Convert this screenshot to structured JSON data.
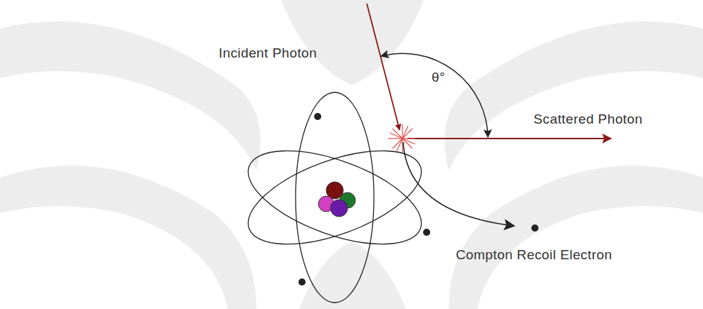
{
  "diagram": {
    "labels": [
      "Incident Photon",
      "θ°",
      "Scattered Photon",
      "Compton Recoil Electron"
    ]
  }
}
